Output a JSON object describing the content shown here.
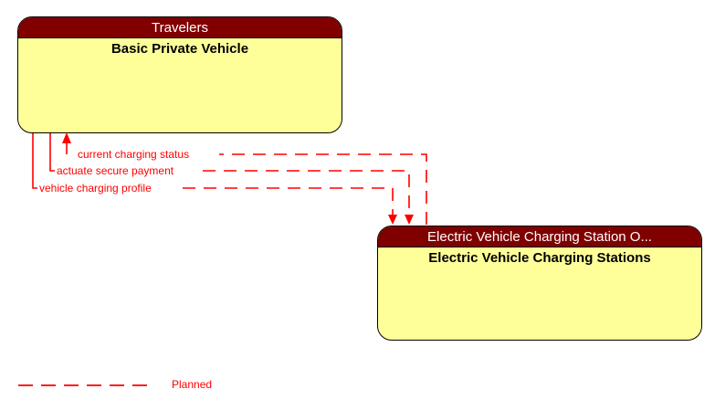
{
  "diagram": {
    "type": "interface-diagram",
    "background_color": "#ffffff",
    "nodes": [
      {
        "id": "travelers",
        "header": "Travelers",
        "title": "Basic Private Vehicle",
        "header_color": "#800000",
        "header_text_color": "#ffffff",
        "body_color": "#ffff99",
        "body_text_color": "#000000",
        "border_color": "#000000"
      },
      {
        "id": "evcs",
        "header": "Electric Vehicle Charging Station O...",
        "title": "Electric Vehicle Charging Stations",
        "header_color": "#800000",
        "header_text_color": "#ffffff",
        "body_color": "#ffff99",
        "body_text_color": "#000000",
        "border_color": "#000000"
      }
    ],
    "flows": [
      {
        "id": "current-charging-status",
        "label": "current charging status",
        "from": "evcs",
        "to": "travelers",
        "status": "Planned",
        "color": "#ff0000"
      },
      {
        "id": "actuate-secure-payment",
        "label": "actuate secure payment",
        "from": "travelers",
        "to": "evcs",
        "status": "Planned",
        "color": "#ff0000"
      },
      {
        "id": "vehicle-charging-profile",
        "label": "vehicle charging profile",
        "from": "travelers",
        "to": "evcs",
        "status": "Planned",
        "color": "#ff0000"
      }
    ],
    "legend": {
      "label": "Planned",
      "line_color": "#ff0000",
      "line_style": "dashed"
    }
  }
}
